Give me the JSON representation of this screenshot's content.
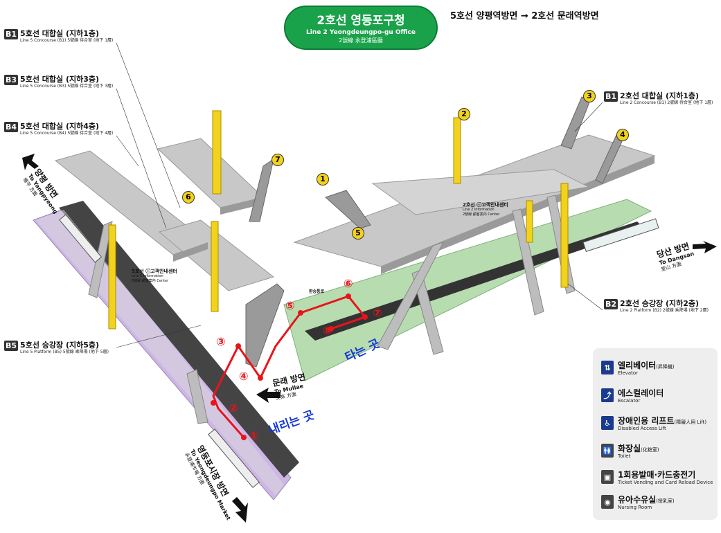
{
  "title": {
    "korean": "2호선 영등포구청",
    "english": "Line 2 Yeongdeungpo-gu Office",
    "hanja": "2號線 永登浦區廳"
  },
  "route": "5호선 양평역방면 → 2호선 문래역방면",
  "levels_left": [
    {
      "badge": "B1",
      "korean": "5호선 대합실 (지하1층)",
      "english": "Line 5 Concourse (B1) 5號線 待合室 (地下 1層)"
    },
    {
      "badge": "B3",
      "korean": "5호선 대합실 (지하3층)",
      "english": "Line 5 Concourse (B3) 5號線 待合室 (地下 3層)"
    },
    {
      "badge": "B4",
      "korean": "5호선 대합실 (지하4층)",
      "english": "Line 5 Concourse (B4) 5號線 待合室 (地下 4層)"
    },
    {
      "badge": "B5",
      "korean": "5호선 승강장 (지하5층)",
      "english": "Line 5 Platform (B5) 5號線 乘降場 (地下 5層)"
    }
  ],
  "levels_right": [
    {
      "badge": "B1",
      "korean": "2호선 대합실 (지하1층)",
      "english": "Line  2 Concourse (B1) 2號線 待合室 (地下 1層)"
    },
    {
      "badge": "B2",
      "korean": "2호선 승강장 (지하2층)",
      "english": "Line 2 Platform (B2) 2號線 乘降場 (地下 2層)"
    }
  ],
  "directions": {
    "yangpyeong": {
      "korean": "양평 방면",
      "english": "To Yangpyeong",
      "hanja": "楊平 方面"
    },
    "dangsan": {
      "korean": "당산 방면",
      "english": "To Dangsan",
      "hanja": "堂山 方面"
    },
    "mullae": {
      "korean": "문래 방면",
      "english": "To Mullae",
      "hanja": "文來 方面"
    },
    "market": {
      "korean": "영등포시장 방면",
      "english": "To Yeongdeungpo Market",
      "hanja": "永登浦市場 方面"
    }
  },
  "notes": {
    "alight": "내리는 곳",
    "board": "타는 곳"
  },
  "info_centers": {
    "line5": {
      "label": "5호선 ⓘ고객안내센터",
      "english": "Line 5 Information",
      "hanja": "5號線 顧客案內 Center"
    },
    "line2": {
      "label": "2호선 ⓘ고객안내센터",
      "english": "Line 2 Information",
      "hanja": "2號線 顧客案內 Center"
    }
  },
  "transfer_label": "환승통로",
  "exit_numbers": [
    "1",
    "2",
    "3",
    "4",
    "5",
    "6",
    "7"
  ],
  "route_steps": [
    "①",
    "②",
    "③",
    "④",
    "⑤",
    "⑥",
    "⑦",
    "⑧"
  ],
  "legend": [
    {
      "icon": "elevator-icon",
      "glyph": "⇅",
      "korean": "엘리베이터",
      "hanja": "(昇降機)",
      "english": "Elevator"
    },
    {
      "icon": "escalator-icon",
      "glyph": "⤴",
      "korean": "에스컬레이터",
      "hanja": "",
      "english": "Escalator"
    },
    {
      "icon": "wheelchair-lift-icon",
      "glyph": "♿",
      "korean": "장애인용 리프트",
      "hanja": "(障礙人用 Lift)",
      "english": "Disabled Access Lift"
    },
    {
      "icon": "toilet-icon",
      "glyph": "🚻",
      "korean": "화장실",
      "hanja": "(化粧室)",
      "english": "Toilet"
    },
    {
      "icon": "ticket-vending-icon",
      "glyph": "▣",
      "korean": "1회용발매·카드충전기",
      "hanja": "",
      "english": "Ticket Vending and Card Reload Device"
    },
    {
      "icon": "nursing-room-icon",
      "glyph": "◉",
      "korean": "유아수유실",
      "hanja": "(授乳室)",
      "english": "Nursing Room"
    }
  ],
  "colors": {
    "title_green": "#1aa24b",
    "line5_platform": "#cdb6e6",
    "line2_platform": "#b7dcb0",
    "route_red": "#e8141b",
    "note_blue": "#1437d6",
    "concourse_gray": "#c8c8c8"
  }
}
